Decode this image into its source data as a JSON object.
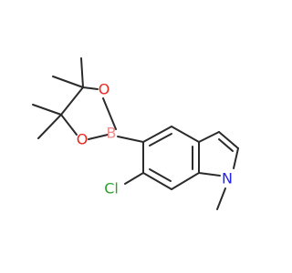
{
  "atoms": {
    "O_upper": {
      "text": "O",
      "color": "#e8281e"
    },
    "O_lower": {
      "text": "O",
      "color": "#e8281e"
    },
    "B": {
      "text": "B",
      "color": "#ee8a8a"
    },
    "Cl": {
      "text": "Cl",
      "color": "#2ea02e"
    },
    "N": {
      "text": "N",
      "color": "#2424e8"
    }
  },
  "colors": {
    "bond": "#2b2b2b",
    "background": "#ffffff"
  }
}
